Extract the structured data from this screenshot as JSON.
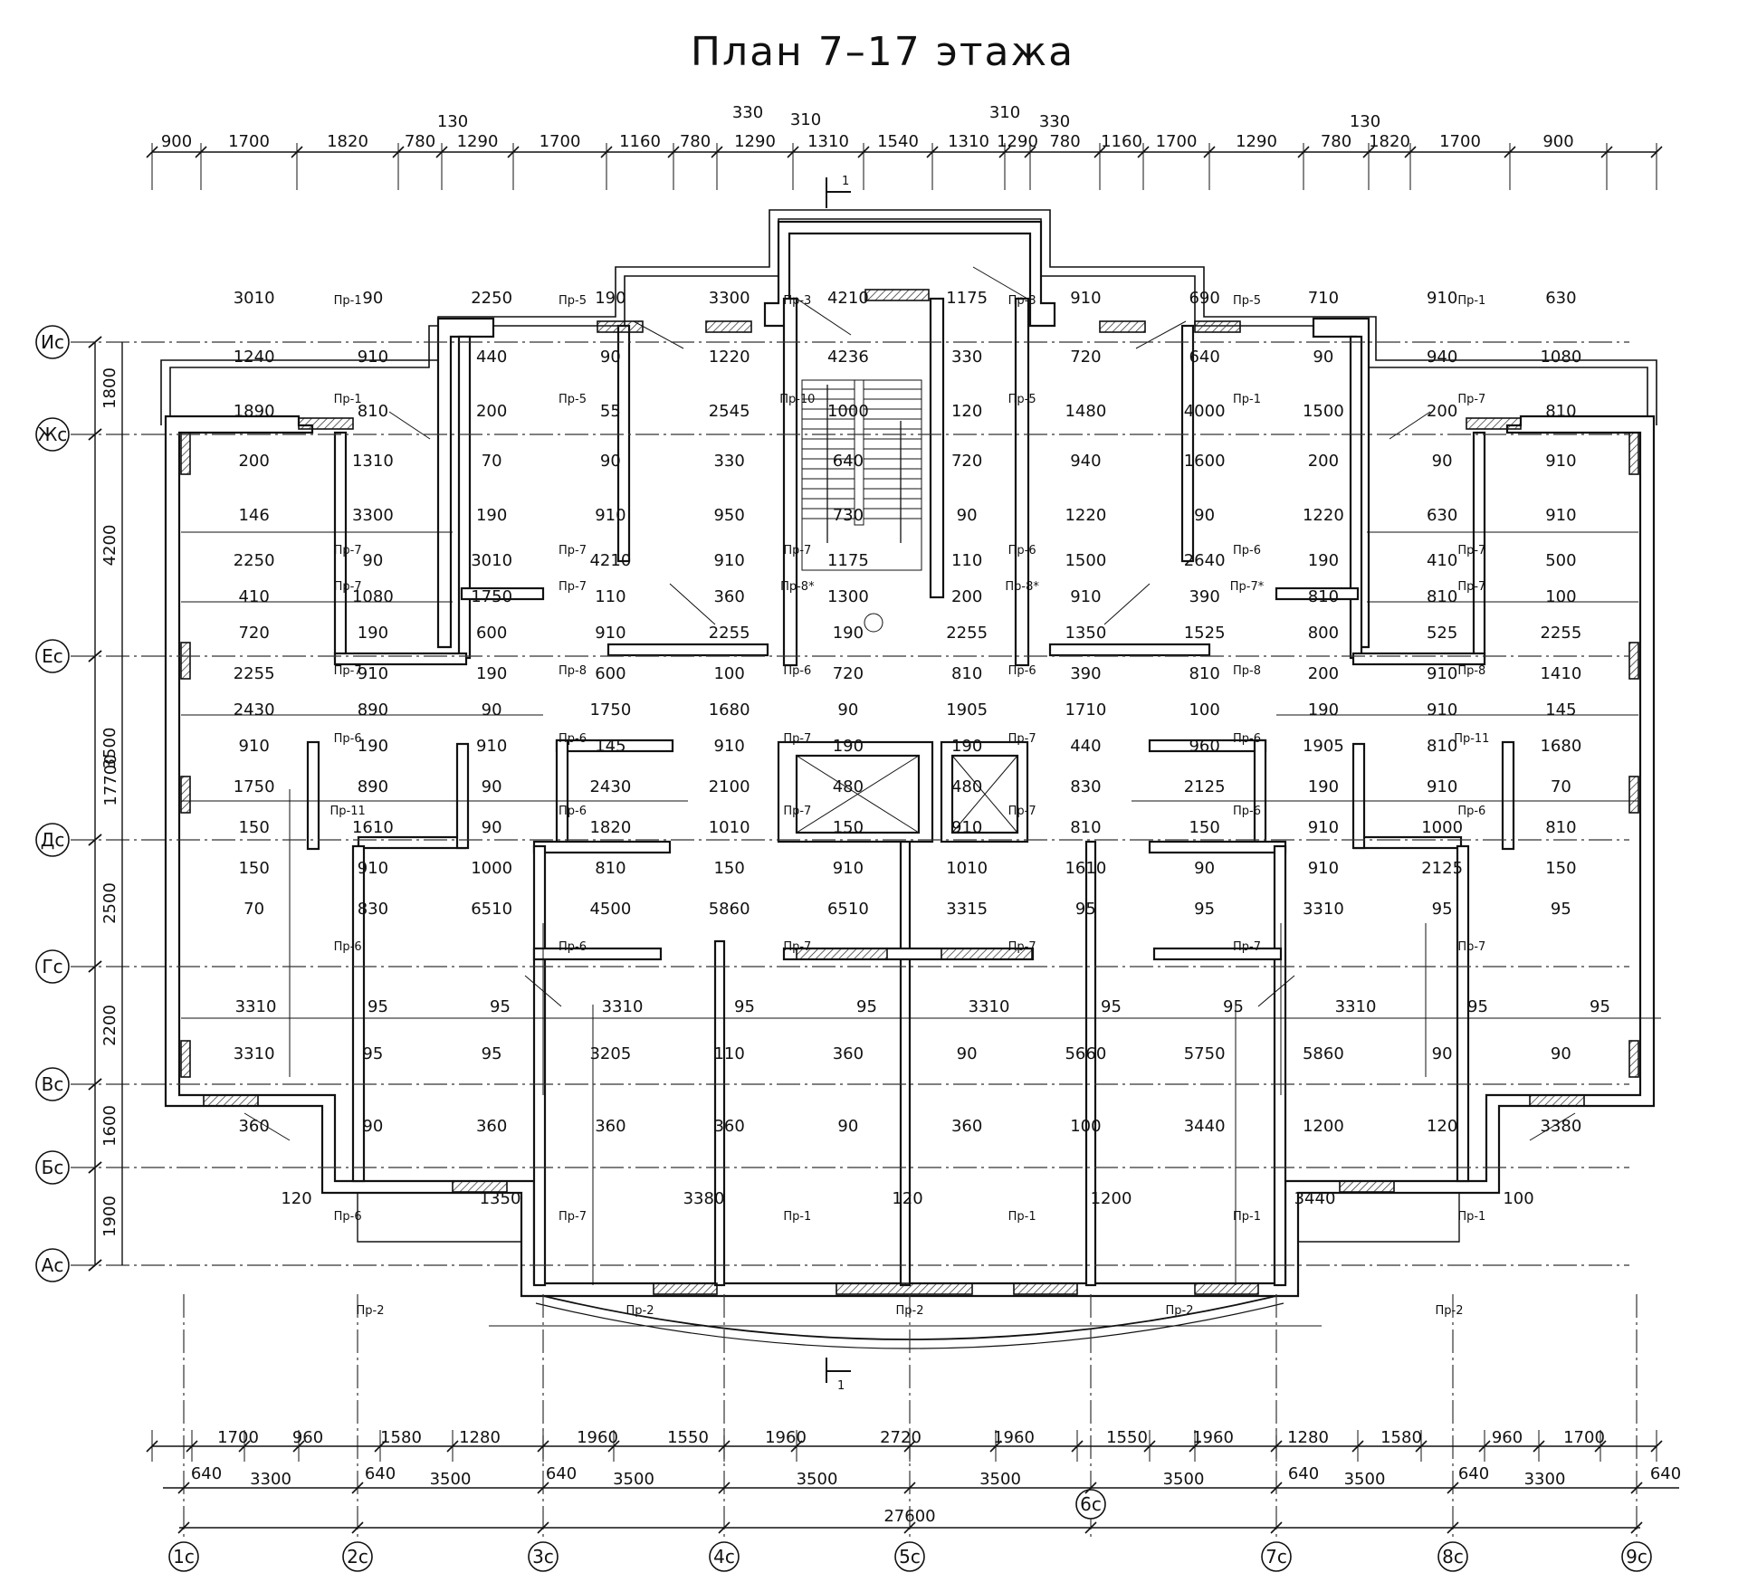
{
  "title": "План 7–17 этажа",
  "section_mark": "1",
  "top_dims": {
    "row1": [
      "900",
      "1700",
      "1820",
      "780",
      "1290",
      "1700",
      "1160",
      "780",
      "1290",
      "1310",
      "1540",
      "1310",
      "1290",
      "780",
      "1160",
      "1700",
      "1290",
      "780",
      "1820",
      "1700",
      "900"
    ],
    "extras": [
      "130",
      "330",
      "310",
      "310",
      "330",
      "130"
    ]
  },
  "bottom_dims": {
    "row1": [
      "1700",
      "960",
      "1580",
      "1280",
      "1960",
      "1550",
      "1960",
      "2720",
      "1960",
      "1550",
      "1960",
      "1280",
      "1580",
      "960",
      "1700"
    ],
    "row2": [
      "3300",
      "3500",
      "3500",
      "3500",
      "3500",
      "3500",
      "3500",
      "3300"
    ],
    "row2_small": [
      "640",
      "640",
      "640",
      "640",
      "640",
      "640"
    ],
    "overall": "27600"
  },
  "left_dims": [
    "1800",
    "4200",
    "3500",
    "2500",
    "2200",
    "1600",
    "1900"
  ],
  "left_overall": "17700",
  "row_axes": [
    "Ис",
    "Жс",
    "Ес",
    "Дс",
    "Гс",
    "Вс",
    "Бс",
    "Ас"
  ],
  "col_axes": [
    "1с",
    "2с",
    "3с",
    "4с",
    "5с",
    "6с",
    "7с",
    "8с",
    "9с"
  ],
  "room_dims": [
    "3010",
    "90",
    "2250",
    "190",
    "3300",
    "4210",
    "1175",
    "910",
    "690",
    "710",
    "910",
    "630",
    "1240",
    "910",
    "440",
    "90",
    "1220",
    "4236",
    "330",
    "720",
    "640",
    "90",
    "940",
    "1080",
    "1890",
    "810",
    "200",
    "55",
    "2545",
    "1000",
    "120",
    "1480",
    "4000",
    "1500",
    "200",
    "810",
    "200",
    "1310",
    "70",
    "90",
    "330",
    "640",
    "720",
    "940",
    "1600",
    "200",
    "90",
    "910",
    "146",
    "3300",
    "190",
    "910",
    "950",
    "730",
    "90",
    "1220",
    "90",
    "1220",
    "630",
    "910",
    "2250",
    "90",
    "3010",
    "4210",
    "910",
    "1175",
    "110",
    "1500",
    "2640",
    "190",
    "410",
    "500",
    "410",
    "1080",
    "1750",
    "110",
    "360",
    "1300",
    "200",
    "910",
    "390",
    "810",
    "810",
    "100",
    "720",
    "190",
    "600",
    "910",
    "2255",
    "190",
    "2255",
    "1350",
    "1525",
    "800",
    "525",
    "2255",
    "2255",
    "910",
    "190",
    "600",
    "100",
    "720",
    "810",
    "390",
    "810",
    "200",
    "910",
    "1410",
    "2430",
    "890",
    "90",
    "1750",
    "1680",
    "90",
    "1905",
    "1710",
    "100",
    "190",
    "910",
    "145",
    "910",
    "190",
    "910",
    "145",
    "910",
    "190",
    "190",
    "440",
    "960",
    "1905",
    "810",
    "1680",
    "1750",
    "890",
    "90",
    "2430",
    "2100",
    "480",
    "480",
    "830",
    "2125",
    "190",
    "910",
    "70",
    "150",
    "1610",
    "90",
    "1820",
    "1010",
    "150",
    "910",
    "810",
    "150",
    "910",
    "1000",
    "810",
    "150",
    "910",
    "1000",
    "810",
    "150",
    "910",
    "1010",
    "1610",
    "90",
    "910",
    "2125",
    "150",
    "70",
    "830",
    "6510",
    "4500",
    "5860",
    "6510",
    "3315",
    "95",
    "95",
    "3310",
    "95",
    "95",
    "3310",
    "95",
    "95",
    "3310",
    "95",
    "95",
    "3310",
    "95",
    "95",
    "3310",
    "95",
    "95",
    "3310",
    "95",
    "95",
    "3205",
    "110",
    "360",
    "90",
    "5660",
    "5750",
    "5860",
    "90",
    "90",
    "360",
    "90",
    "360",
    "360",
    "360",
    "90",
    "360",
    "100",
    "3440",
    "1200",
    "120",
    "3380",
    "120",
    "1350",
    "3380",
    "120",
    "1200",
    "3440",
    "100"
  ],
  "tags": [
    "Пр-1",
    "Пр-5",
    "Пр-3",
    "Пр-3",
    "Пр-5",
    "Пр-1",
    "Пр-1",
    "Пр-5",
    "Пр-10",
    "Пр-5",
    "Пр-1",
    "Пр-7",
    "Пр-7",
    "Пр-7",
    "Пр-7",
    "Пр-6",
    "Пр-6",
    "Пр-7",
    "Пр-7",
    "Пр-7",
    "Пр-8*",
    "Пр-8*",
    "Пр-7*",
    "Пр-7",
    "Пр-7",
    "Пр-8",
    "Пр-6",
    "Пр-6",
    "Пр-8",
    "Пр-8",
    "Пр-6",
    "Пр-6",
    "Пр-7",
    "Пр-7",
    "Пр-6",
    "Пр-11",
    "Пр-11",
    "Пр-6",
    "Пр-7",
    "Пр-7",
    "Пр-6",
    "Пр-6",
    "Пр-6",
    "Пр-6",
    "Пр-7",
    "Пр-7",
    "Пр-7",
    "Пр-7",
    "Пр-6",
    "Пр-7",
    "Пр-1",
    "Пр-1",
    "Пр-1",
    "Пр-1",
    "Пр-2",
    "Пр-2",
    "Пр-2",
    "Пр-2",
    "Пр-2"
  ]
}
